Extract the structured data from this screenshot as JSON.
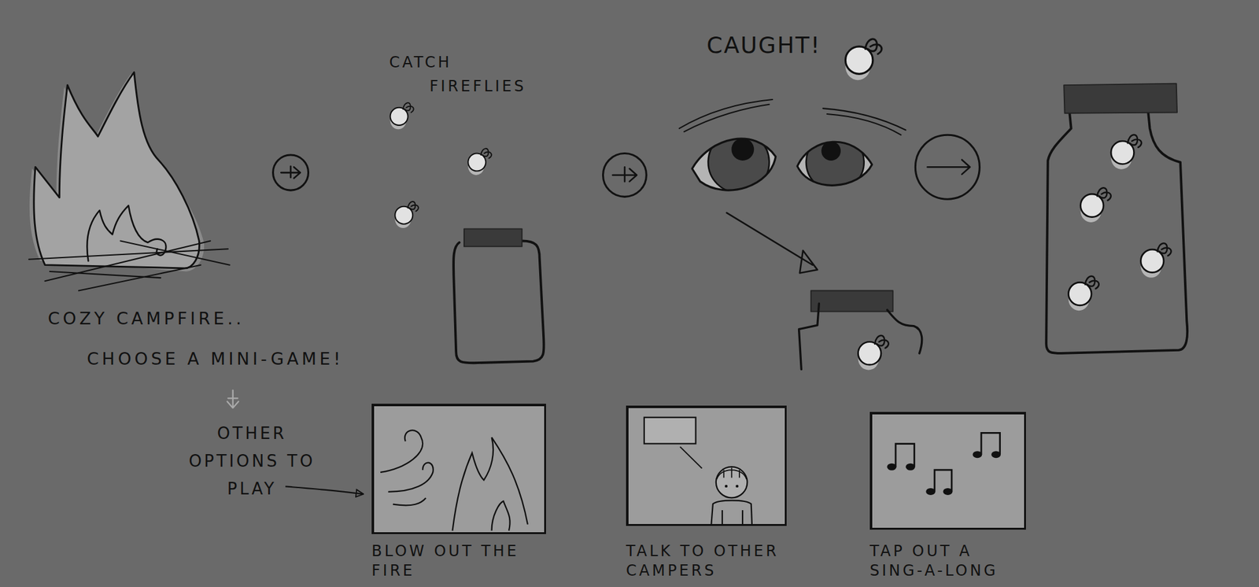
{
  "diagram": {
    "nodes": [
      {
        "text": [
          "BLOW OUT THE FIRE"
        ]
      },
      {
        "text": [
          "TALK TO OTHER CAMPERS"
        ]
      },
      {
        "text": [
          "TAP OUT A SING-A-LONG"
        ]
      }
    ],
    "labels": [
      "COZY CAMPFIRE..",
      "CHOOSE A MINI-GAME!",
      "OTHER OPTIONS TO PLAY",
      "CATCH FIREFLIES",
      "CAUGHT!"
    ]
  }
}
